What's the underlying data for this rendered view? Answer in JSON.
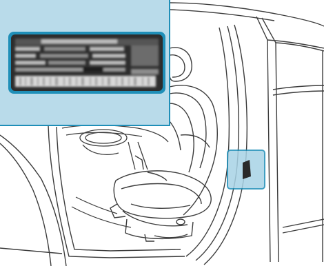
{
  "illustration": {
    "subject": "vehicle-door-pillar-label-location",
    "icons": [
      "car-interior-line-art",
      "driver-seat",
      "door-frame",
      "label-plate",
      "zoom-callout"
    ]
  },
  "colors": {
    "line": "#3c3c3c",
    "callout_fill": "#b9dbea",
    "callout_border": "#1f8fb8",
    "highlight_fill": "#a8d3e6",
    "label_dark": "#2a2a2a",
    "label_light": "#d9d9d9"
  },
  "callout": {
    "label_text_legible": false
  }
}
